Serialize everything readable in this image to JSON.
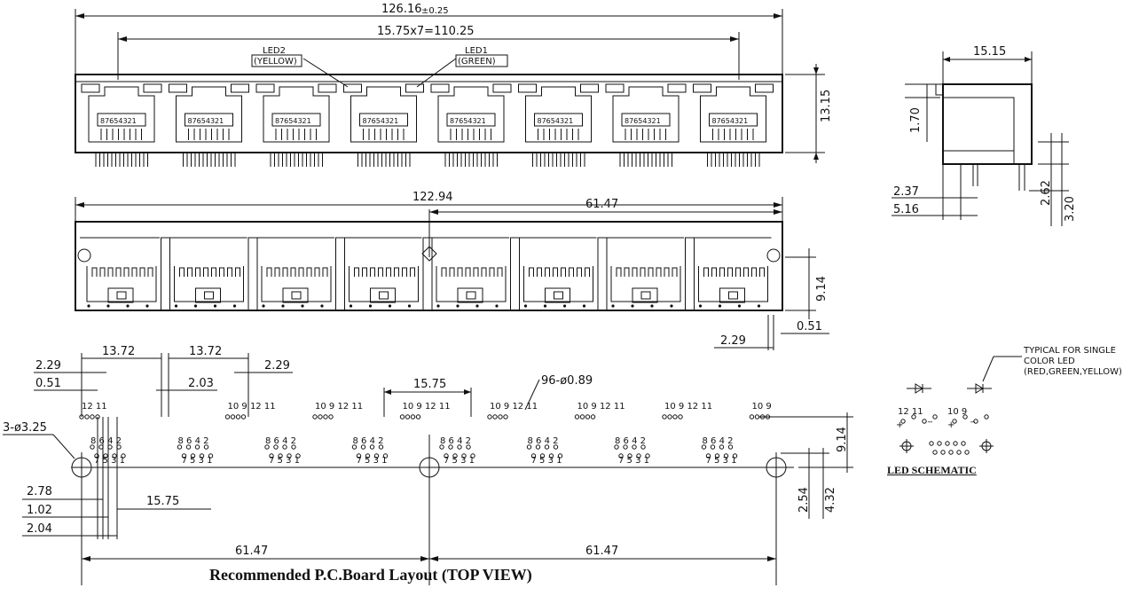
{
  "top_view": {
    "overall_width": "126.16",
    "overall_tol": "±0.25",
    "pitch_dim": "15.75x7=110.25",
    "led2_label": "LED2",
    "led2_color": "(YELLOW)",
    "led1_label": "LED1",
    "led1_color": "(GREEN)",
    "pin_numbers": "87654321",
    "height": "13.15",
    "port_count": 8
  },
  "side_view": {
    "width": "15.15",
    "dim_a": "1.70",
    "dim_b": "2.37",
    "dim_c": "5.16",
    "dim_d": "2.62",
    "dim_e": "3.20"
  },
  "front_view": {
    "width": "122.94",
    "half_width": "61.47",
    "height": "9.14",
    "pin_pitch": "0.51",
    "pin_offset": "2.29"
  },
  "pcb_layout": {
    "d_13_72_a": "13.72",
    "d_13_72_b": "13.72",
    "d_2_29_a": "2.29",
    "d_2_29_b": "2.29",
    "d_0_51": "0.51",
    "d_2_03": "2.03",
    "d_15_75_top": "15.75",
    "holes": "96-ø0.89",
    "mount_holes": "3-ø3.25",
    "d_9_14": "9.14",
    "d_2_54": "2.54",
    "d_4_32": "4.32",
    "d_2_78": "2.78",
    "d_1_02": "1.02",
    "d_2_04": "2.04",
    "d_15_75_bot": "15.75",
    "d_61_47_a": "61.47",
    "d_61_47_b": "61.47",
    "led_pins": "10 9 12 11",
    "led_pins_first": "12    11",
    "led_pins_last": "10 9",
    "pins_even": "8 6 4 2",
    "pins_odd": "7 5 3   1",
    "caption": "Recommended P.C.Board Layout  (TOP VIEW)"
  },
  "led_schematic": {
    "note_line1": "TYPICAL FOR SINGLE",
    "note_line2": "COLOR LED",
    "note_line3": "(RED,GREEN,YELLOW)",
    "pins_left": "12    11",
    "pins_right": "10    9",
    "plus": "+",
    "minus": "_",
    "title": "LED SCHEMATIC"
  }
}
